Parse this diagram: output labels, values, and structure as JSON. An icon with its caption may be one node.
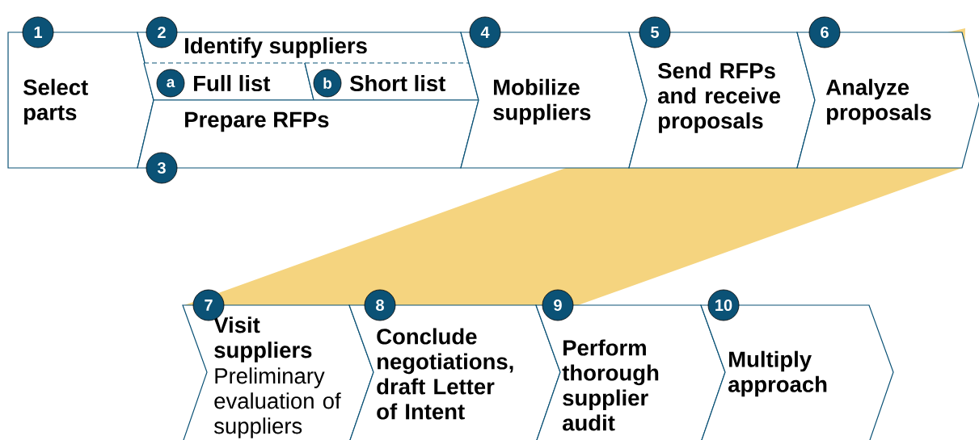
{
  "diagram": {
    "nodes": [
      {
        "text": [
          "1",
          "Select parts"
        ]
      },
      {
        "text": [
          "2",
          "Identify suppliers"
        ]
      },
      {
        "text": [
          "a",
          "Full list"
        ],
        "in": 1
      },
      {
        "text": [
          "b",
          "Short list"
        ],
        "in": 1
      },
      {
        "text": [
          "Prepare RFPs",
          "3"
        ]
      },
      {
        "text": [
          "4",
          "Mobilize suppliers"
        ]
      },
      {
        "text": [
          "5",
          "Send RFPs and receive proposals"
        ]
      },
      {
        "text": [
          "6",
          "Analyze proposals"
        ]
      },
      {
        "text": [
          "7",
          "Visit suppliers",
          "Preliminary evaluation of suppliers"
        ]
      },
      {
        "text": [
          "8",
          "Conclude negotiations, draft Letter of Intent"
        ]
      },
      {
        "text": [
          "9",
          "Perform thorough supplier audit"
        ]
      },
      {
        "text": [
          "10",
          "Multiply approach"
        ]
      }
    ]
  }
}
